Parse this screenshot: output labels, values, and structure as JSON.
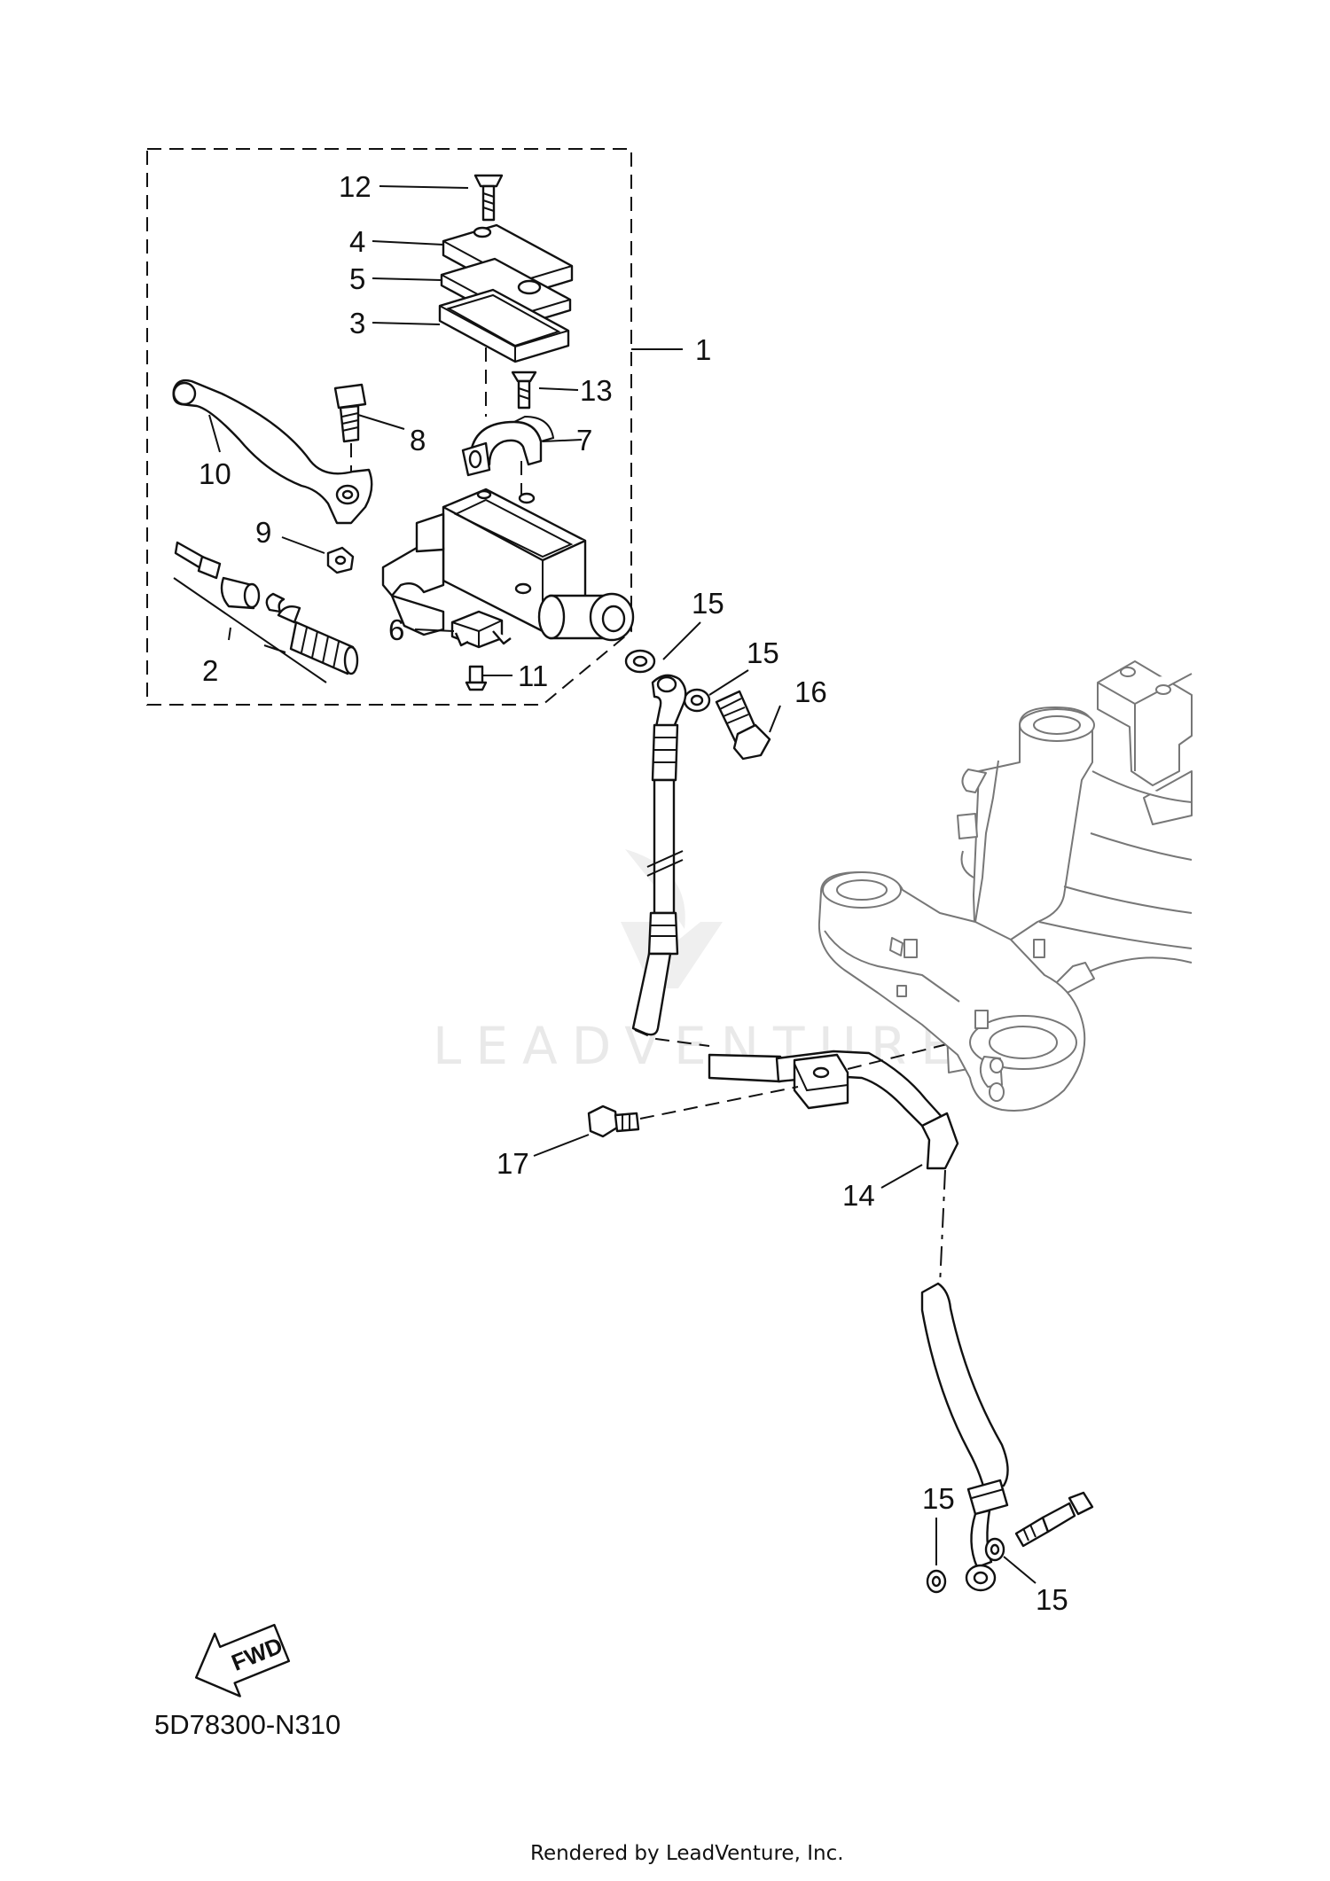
{
  "diagram": {
    "callouts": [
      {
        "id": "c12",
        "text": "12"
      },
      {
        "id": "c4",
        "text": "4"
      },
      {
        "id": "c5",
        "text": "5"
      },
      {
        "id": "c3",
        "text": "3"
      },
      {
        "id": "c1",
        "text": "1"
      },
      {
        "id": "c13",
        "text": "13"
      },
      {
        "id": "c8",
        "text": "8"
      },
      {
        "id": "c7",
        "text": "7"
      },
      {
        "id": "c10",
        "text": "10"
      },
      {
        "id": "c9",
        "text": "9"
      },
      {
        "id": "c6",
        "text": "6"
      },
      {
        "id": "c2",
        "text": "2"
      },
      {
        "id": "c11",
        "text": "11"
      },
      {
        "id": "c15a",
        "text": "15"
      },
      {
        "id": "c15b",
        "text": "15"
      },
      {
        "id": "c16",
        "text": "16"
      },
      {
        "id": "c17",
        "text": "17"
      },
      {
        "id": "c14",
        "text": "14"
      },
      {
        "id": "c15c",
        "text": "15"
      },
      {
        "id": "c15d",
        "text": "15"
      }
    ],
    "fwd_label": "FWD",
    "diagram_code": "5D78300-N310",
    "watermark": "LEADVENTURE",
    "footer": "Rendered by LeadVenture, Inc."
  }
}
